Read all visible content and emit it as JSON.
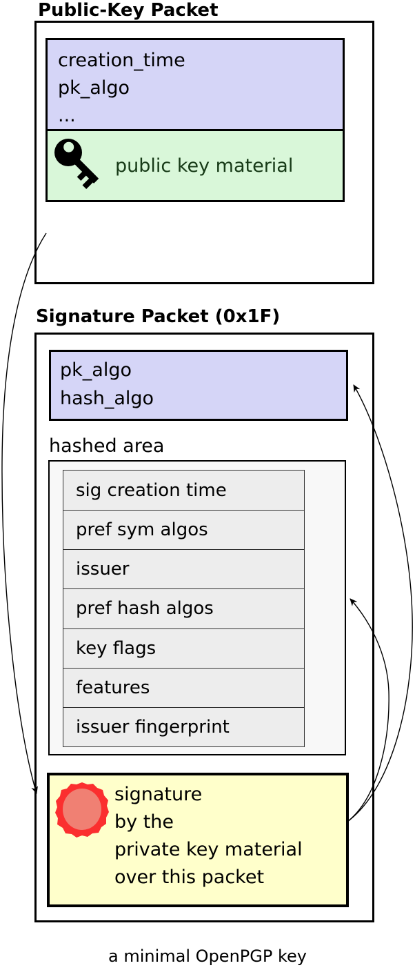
{
  "public_key_packet": {
    "title": "Public-Key Packet",
    "fields": [
      "creation_time",
      "pk_algo",
      "..."
    ],
    "material_label": "public key material"
  },
  "signature_packet": {
    "title": "Signature Packet (0x1F)",
    "fields": [
      "pk_algo",
      "hash_algo"
    ],
    "hashed_area_label": "hashed area",
    "subpackets": [
      "sig creation time",
      "pref sym algos",
      "issuer",
      "pref hash algos",
      "key flags",
      "features",
      "issuer fingerprint"
    ],
    "signature_lines": [
      "signature",
      "by the",
      "private key material",
      "over this packet"
    ]
  },
  "caption": "a minimal OpenPGP key",
  "icons": {
    "key": "key-icon",
    "seal": "wax-seal-icon"
  },
  "colors": {
    "field_fill": "#d5d5f7",
    "material_fill": "#d9f7d9",
    "material_text": "#173a17",
    "hashed_fill": "#f8f8f8",
    "subpacket_fill": "#ededed",
    "signature_fill": "#ffffcb",
    "seal_outer": "#fb2f2f",
    "seal_inner": "#f08073",
    "line": "#000000"
  }
}
